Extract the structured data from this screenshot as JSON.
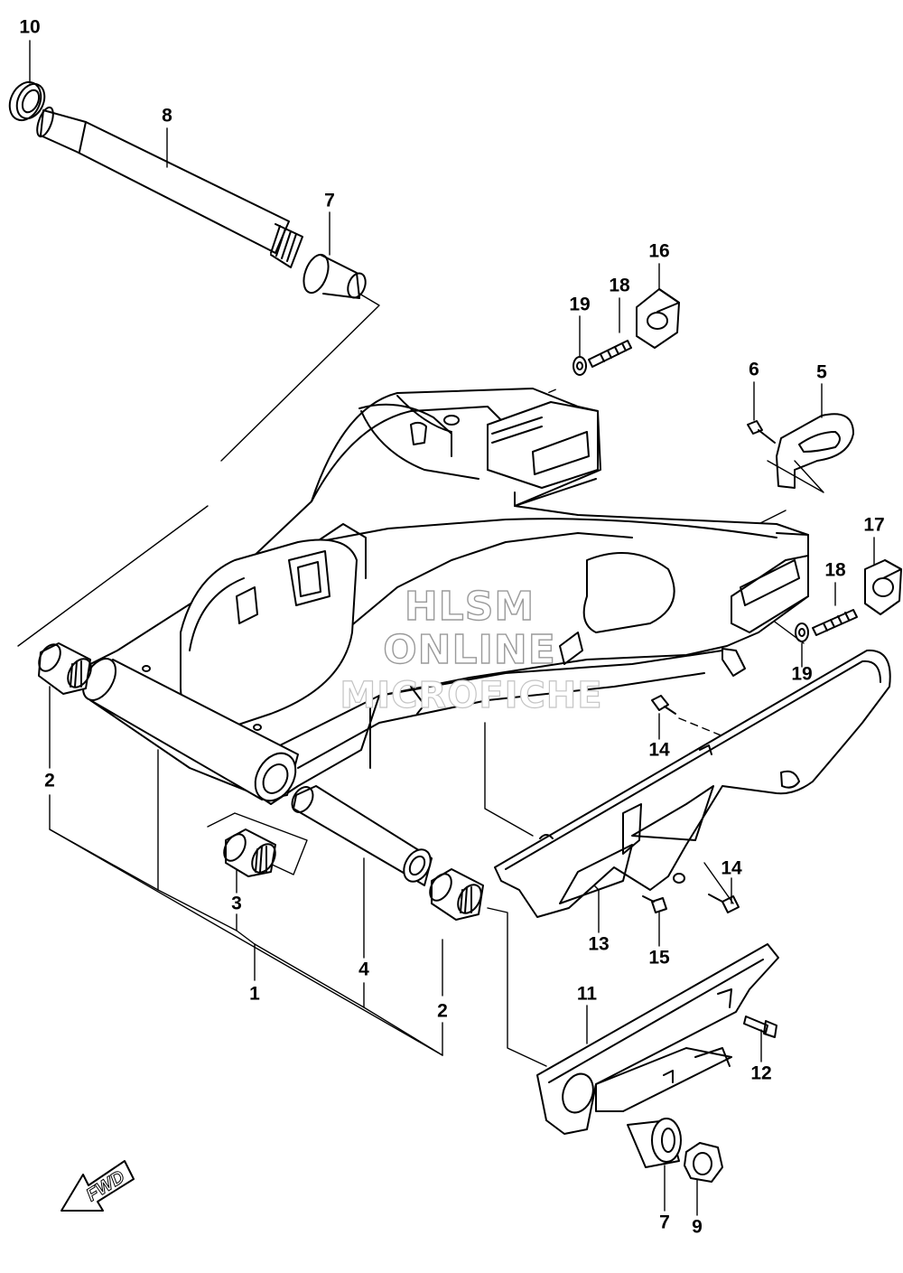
{
  "callouts": [
    {
      "id": "c10",
      "text": "10"
    },
    {
      "id": "c8",
      "text": "8"
    },
    {
      "id": "c7a",
      "text": "7"
    },
    {
      "id": "c16",
      "text": "16"
    },
    {
      "id": "c18a",
      "text": "18"
    },
    {
      "id": "c19a",
      "text": "19"
    },
    {
      "id": "c6",
      "text": "6"
    },
    {
      "id": "c5",
      "text": "5"
    },
    {
      "id": "c17",
      "text": "17"
    },
    {
      "id": "c18b",
      "text": "18"
    },
    {
      "id": "c19b",
      "text": "19"
    },
    {
      "id": "c14a",
      "text": "14"
    },
    {
      "id": "c14b",
      "text": "14"
    },
    {
      "id": "c2a",
      "text": "2"
    },
    {
      "id": "c3",
      "text": "3"
    },
    {
      "id": "c1",
      "text": "1"
    },
    {
      "id": "c4",
      "text": "4"
    },
    {
      "id": "c2b",
      "text": "2"
    },
    {
      "id": "c13",
      "text": "13"
    },
    {
      "id": "c15",
      "text": "15"
    },
    {
      "id": "c11",
      "text": "11"
    },
    {
      "id": "c12",
      "text": "12"
    },
    {
      "id": "c7b",
      "text": "7"
    },
    {
      "id": "c9",
      "text": "9"
    }
  ],
  "watermark": {
    "line1": "HLSM",
    "line2": "ONLINE",
    "line3": "MICROFICHE"
  },
  "fwd_label": "FWD"
}
